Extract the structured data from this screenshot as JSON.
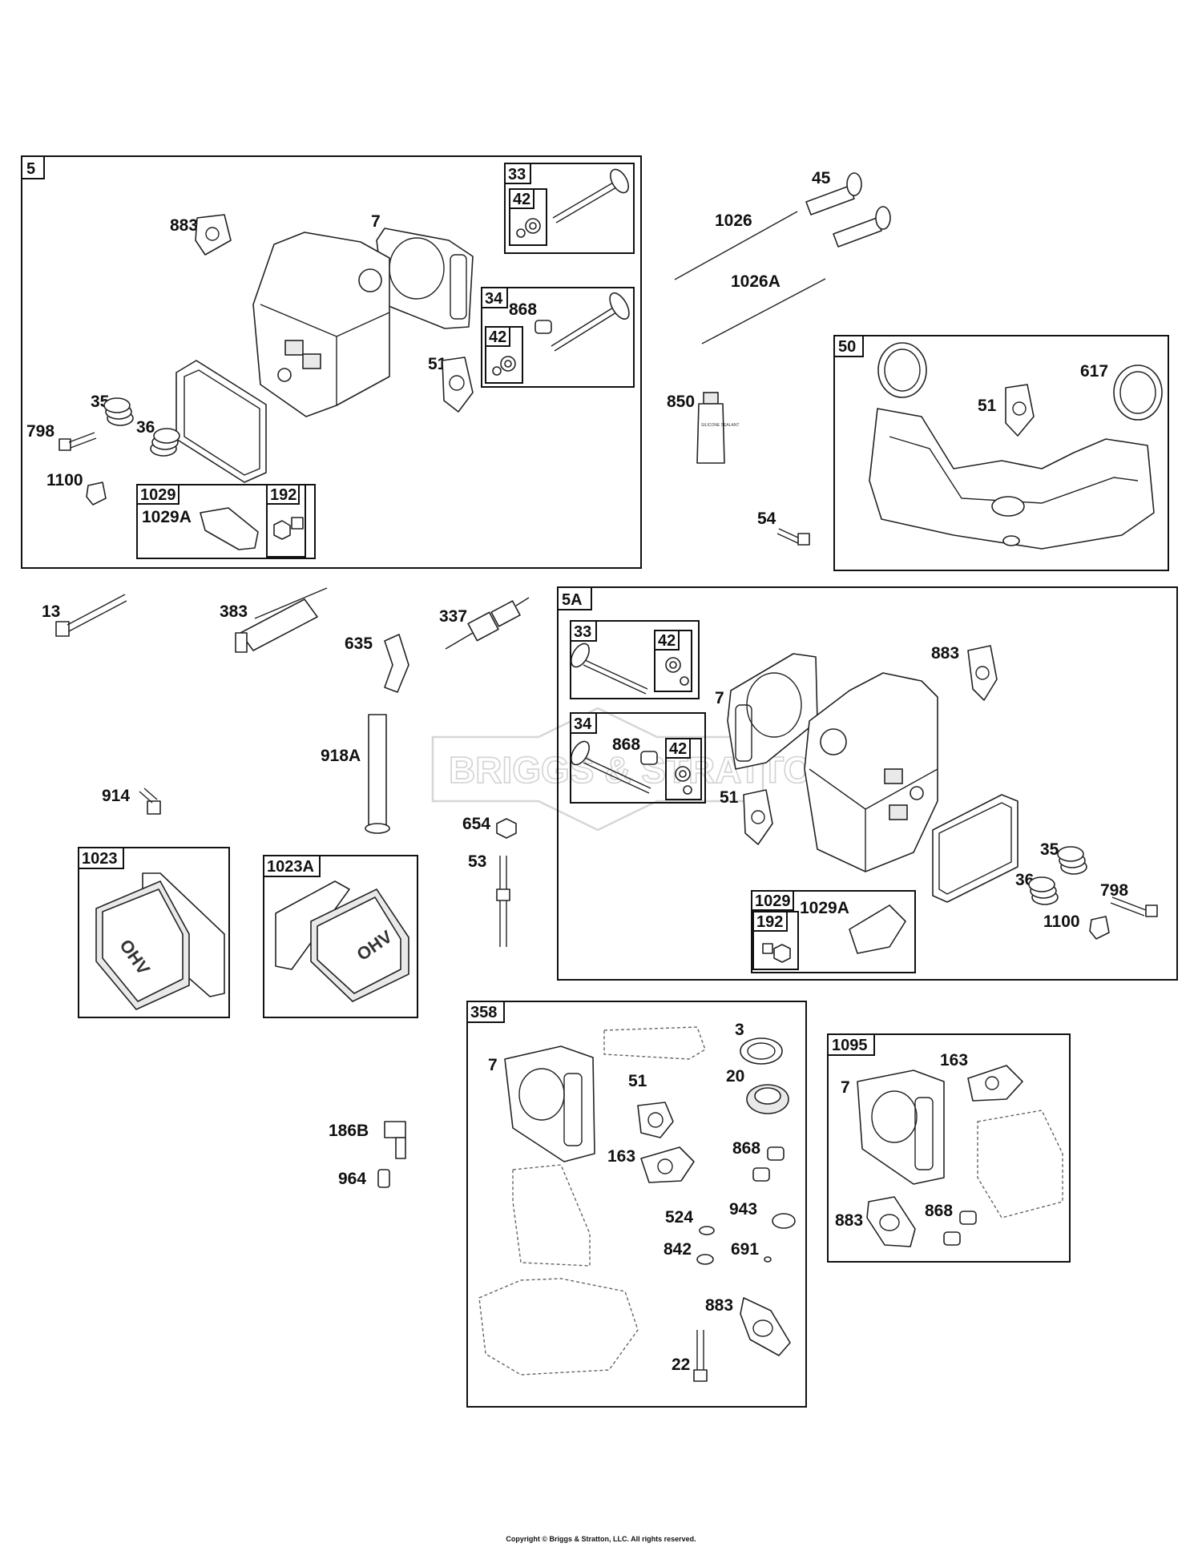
{
  "groups": {
    "g5": "5",
    "g33": "33",
    "g42a": "42",
    "g34": "34",
    "g868a": "868",
    "g42b": "42",
    "g1029": "1029",
    "g192": "192",
    "g50": "50",
    "g5A": "5A",
    "g33b": "33",
    "g42c": "42",
    "g34b": "34",
    "g868b": "868",
    "g42d": "42",
    "g1029b": "1029",
    "g192b": "192",
    "g1023": "1023",
    "g1023A": "1023A",
    "g358": "358",
    "g1095": "1095"
  },
  "labels": {
    "p883a": "883",
    "p7a": "7",
    "p51a": "51",
    "p35a": "35",
    "p798a": "798",
    "p36a": "36",
    "p1100a": "1100",
    "p1029Aa": "1029A",
    "p45": "45",
    "p1026": "1026",
    "p1026A": "1026A",
    "p850": "850",
    "p54": "54",
    "p51b": "51",
    "p617": "617",
    "p13": "13",
    "p383": "383",
    "p635": "635",
    "p337": "337",
    "p883b": "883",
    "p7b": "7",
    "p51c": "51",
    "p35b": "35",
    "p36b": "36",
    "p798b": "798",
    "p1100b": "1100",
    "p1029Ab": "1029A",
    "p918A": "918A",
    "p914": "914",
    "p654": "654",
    "p53": "53",
    "p186B": "186B",
    "p964": "964",
    "p7c": "7",
    "p3": "3",
    "p51d": "51",
    "p20": "20",
    "p163a": "163",
    "p868c": "868",
    "p524": "524",
    "p943": "943",
    "p842": "842",
    "p691": "691",
    "p883c": "883",
    "p22": "22",
    "p163b": "163",
    "p7d": "7",
    "p883d": "883",
    "p868d": "868"
  },
  "tube_text": "SILICONE SEALANT",
  "watermark": "BRIGGS & STRATTON",
  "cover_text": "OHV",
  "copyright": "Copyright © Briggs & Stratton, LLC. All rights reserved."
}
